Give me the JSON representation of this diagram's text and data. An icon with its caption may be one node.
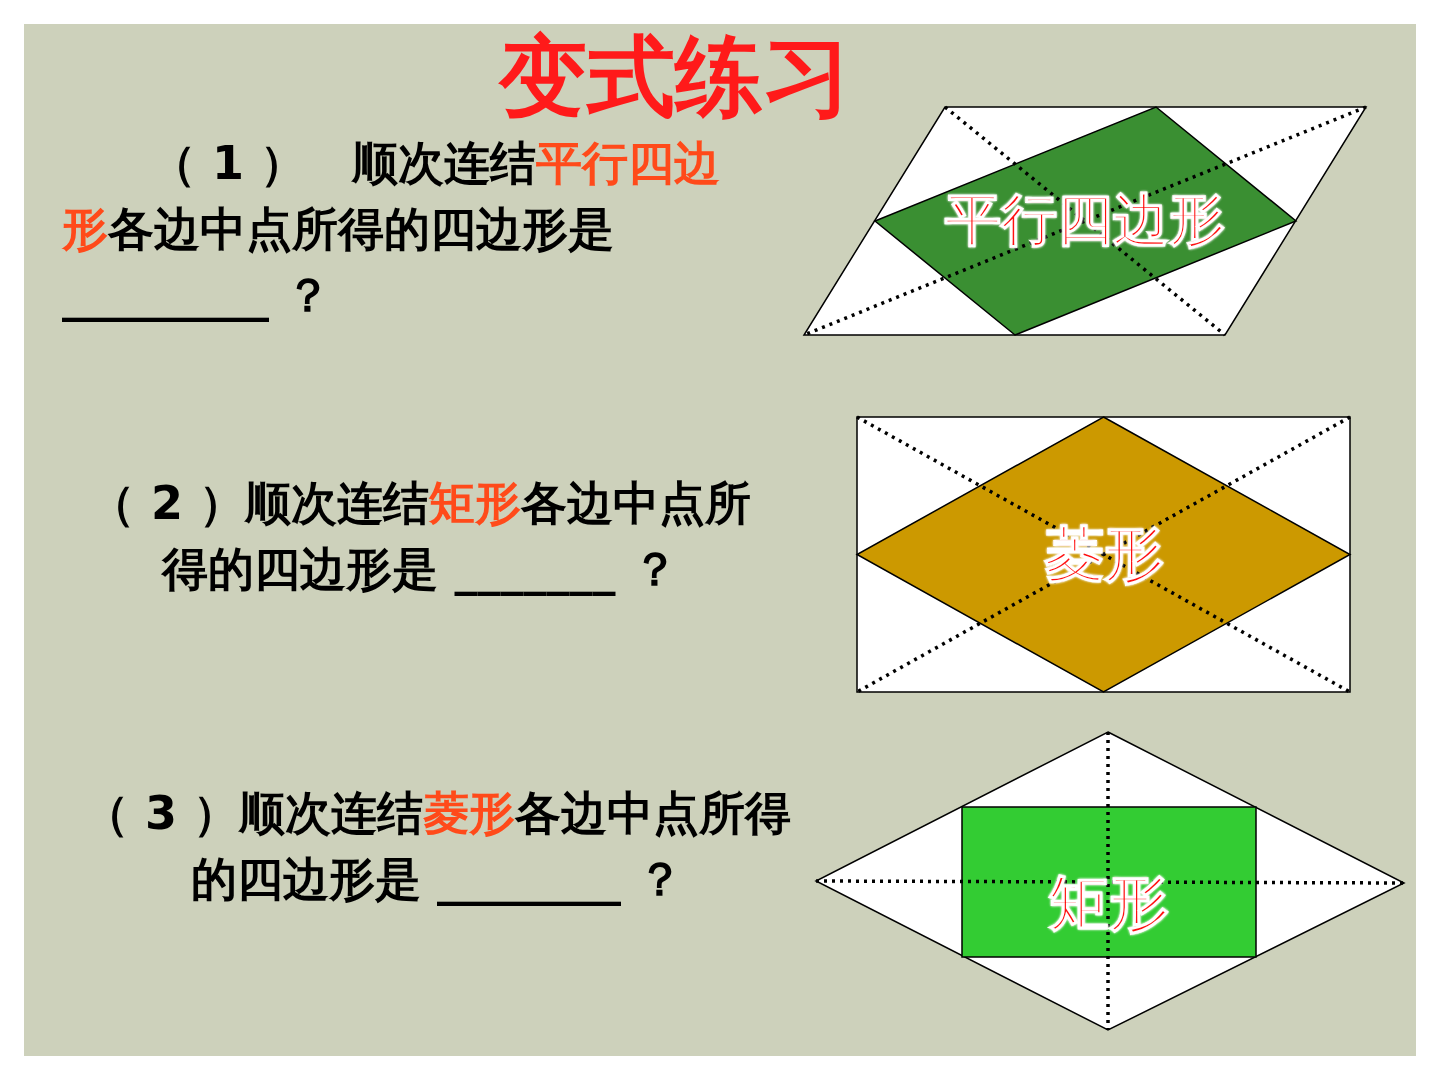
{
  "diagram": {
    "title": "变式练习",
    "nodes": [
      {
        "text": [],
        "shape": "parallelogram"
      },
      {
        "text": [
          "平行四边形"
        ],
        "in": 0
      },
      {
        "text": [],
        "shape": "box"
      },
      {
        "text": [
          "菱形"
        ],
        "in": 2
      },
      {
        "text": [],
        "shape": "diamond"
      },
      {
        "text": [
          "矩形"
        ],
        "in": 4
      }
    ],
    "labels": [
      "（ 1 ）　顺次连结",
      "平行四边形",
      "各边中点所得的四边形是 _________ ？",
      "（ 2 ）顺次连结",
      "矩形",
      "各边中点所得的四边形是 _______ ？",
      "（ 3 ）顺次连结",
      "菱形",
      "各边中点所得的四边形是 ________ ？"
    ]
  }
}
